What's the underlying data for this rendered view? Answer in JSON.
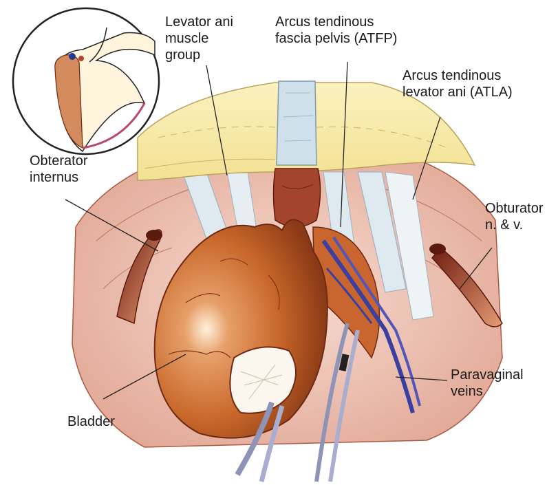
{
  "labels": {
    "levator_ani": [
      "Levator ani",
      "muscle",
      "group"
    ],
    "atfp": [
      "Arcus tendinous",
      "fascia pelvis (ATFP)"
    ],
    "atla": [
      "Arcus tendinous",
      "levator ani (ATLA)"
    ],
    "obterator_internus": [
      "Obterator",
      "internus"
    ],
    "obturator_nv": [
      "Obturator",
      "n. & v."
    ],
    "paravaginal_veins": [
      "Paravaginal",
      "veins"
    ],
    "bladder": [
      "Bladder"
    ]
  },
  "colors": {
    "bladder": "#c8672a",
    "bladder_dark": "#8a3a16",
    "fascia_yellow": "#f5e8a6",
    "fascia_blue": "#d8e6ef",
    "muscle_pink": "#e8b7a6",
    "muscle_red": "#b0442c",
    "vein_blue": "#3a3fa0",
    "leader": "#222222"
  }
}
